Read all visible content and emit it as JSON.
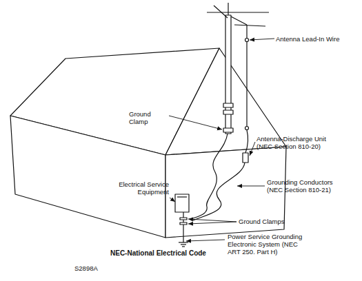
{
  "diagram": {
    "caption": "NEC-National Electrical Code",
    "labels": [
      "Antenna Lead-In Wire",
      "Ground Clamp",
      "Antenna-Discharge Unit (NEC Section 810-20)",
      "Electrical Service Equipment",
      "Grounding Conductors (NEC Section 810-21)",
      "Ground Clamps",
      "Power Service Grounding Electronic System (NEC ART 250. Part H)",
      "S2898A"
    ]
  }
}
